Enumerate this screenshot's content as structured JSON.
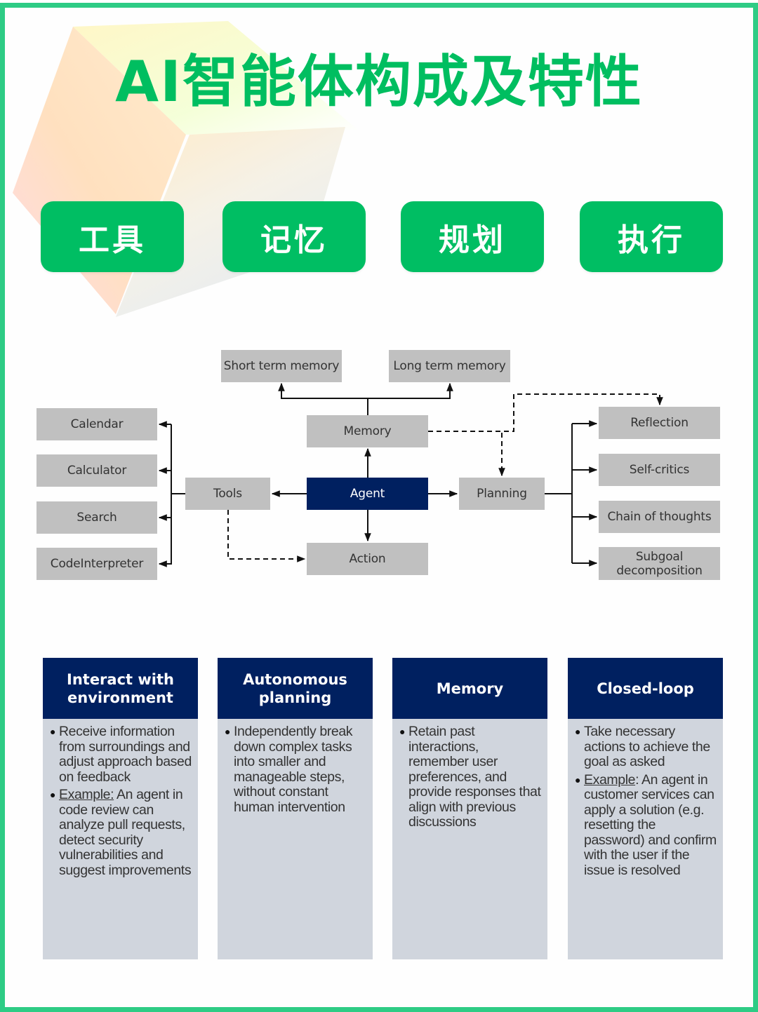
{
  "header": {
    "title": "AI智能体构成及特性"
  },
  "pills": [
    {
      "label": "工具"
    },
    {
      "label": "记忆"
    },
    {
      "label": "规划"
    },
    {
      "label": "执行"
    }
  ],
  "diagram": {
    "center": "Agent",
    "memory": {
      "label": "Memory",
      "children": [
        "Short term memory",
        "Long term memory"
      ]
    },
    "tools": {
      "label": "Tools",
      "children": [
        "Calendar",
        "Calculator",
        "Search",
        "CodeInterpreter"
      ]
    },
    "planning": {
      "label": "Planning",
      "children": [
        "Reflection",
        "Self-critics",
        "Chain of thoughts",
        "Subgoal decomposition"
      ]
    },
    "action": {
      "label": "Action"
    }
  },
  "cards": [
    {
      "title": "Interact with environment",
      "bullets": [
        {
          "prefix": "",
          "text": "Receive information from surroundings and adjust approach based on feedback"
        },
        {
          "prefix": "Example:",
          "text": " An agent in code review can analyze pull requests, detect security vulnerabilities and suggest improvements"
        }
      ]
    },
    {
      "title": "Autonomous planning",
      "bullets": [
        {
          "prefix": "",
          "text": "Independently break down complex tasks into smaller and manageable steps, without constant human intervention"
        }
      ]
    },
    {
      "title": "Memory",
      "bullets": [
        {
          "prefix": "",
          "text": "Retain past interactions, remember user preferences, and provide responses that align with previous discussions"
        }
      ]
    },
    {
      "title": "Closed-loop",
      "bullets": [
        {
          "prefix": "",
          "text": "Take necessary actions to achieve the goal as asked"
        },
        {
          "prefix": "Example",
          "text": ": An agent in customer services can apply a solution (e.g. resetting the password) and confirm with the user if the issue is resolved"
        }
      ]
    }
  ],
  "colors": {
    "brand_green": "#00BE63",
    "frame_green": "#2ECC85",
    "navy": "#002060",
    "box_gray": "#C0C0C0",
    "card_body": "#D0D5DD"
  }
}
